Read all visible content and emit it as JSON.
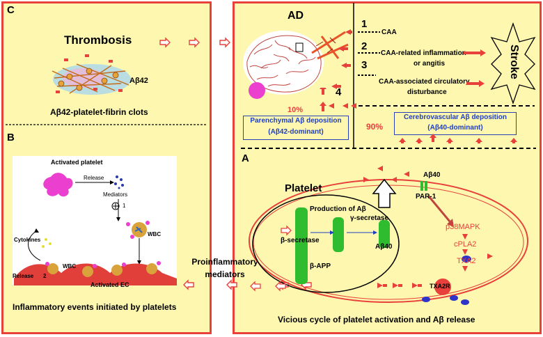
{
  "panels": {
    "c_letter": "C",
    "b_letter": "B",
    "a_letter": "A",
    "ad_label": "AD"
  },
  "thrombosis": {
    "title": "Thrombosis",
    "ab42": "Aβ42",
    "clot_label": "Aβ42-platelet-fibrin clots"
  },
  "inflammation": {
    "activated_platelet": "Activated platelet",
    "release": "Release",
    "mediators": "Mediators",
    "step1": "1",
    "wbc_top": "WBC",
    "cytokines": "Cytokines",
    "wbc_bottom": "WBC",
    "release2": "Release",
    "step2": "2",
    "activated_ec": "Activated EC",
    "caption": "Inflammatory events initiated by platelets"
  },
  "ad": {
    "items": [
      {
        "num": "1",
        "text": "CAA"
      },
      {
        "num": "2",
        "text": "CAA-related inflammation"
      },
      {
        "num": "3",
        "text": "CAA-associated circulatory"
      }
    ],
    "item2_line2": "or angitis",
    "item3_line2": "disturbance",
    "num4": "4",
    "stroke": "Stroke",
    "pct10": "10%",
    "pct90": "90%",
    "parenchymal_line1": "Parenchymal Aβ deposition",
    "parenchymal_line2": "(Aβ42-dominant)",
    "cerebrovascular_line1": "Cerebrovascular Aβ deposition",
    "cerebrovascular_line2": "(Aβ40-dominant)"
  },
  "platelet": {
    "title": "Platelet",
    "ab40_top": "Aβ40",
    "par1": "PAR-1",
    "production": "Production of Aβ",
    "gamma": "γ-secretase",
    "beta": "β-secretase",
    "ab40_inner": "Aβ40",
    "bapp": "β-APP",
    "cascade": [
      "p38MAPK",
      "cPLA2",
      "TXA2"
    ],
    "txa2r": "TXA2R",
    "caption": "Vicious cycle of platelet activation and Aβ release"
  },
  "proinflammatory": {
    "line1": "Proinflammatory",
    "line2": "mediators"
  },
  "colors": {
    "panel_bg": "#fdf7b0",
    "border_red": "#e8403a",
    "box_blue": "#2c3fb8",
    "green": "#2fbd2f",
    "magenta": "#ea3fcf"
  }
}
